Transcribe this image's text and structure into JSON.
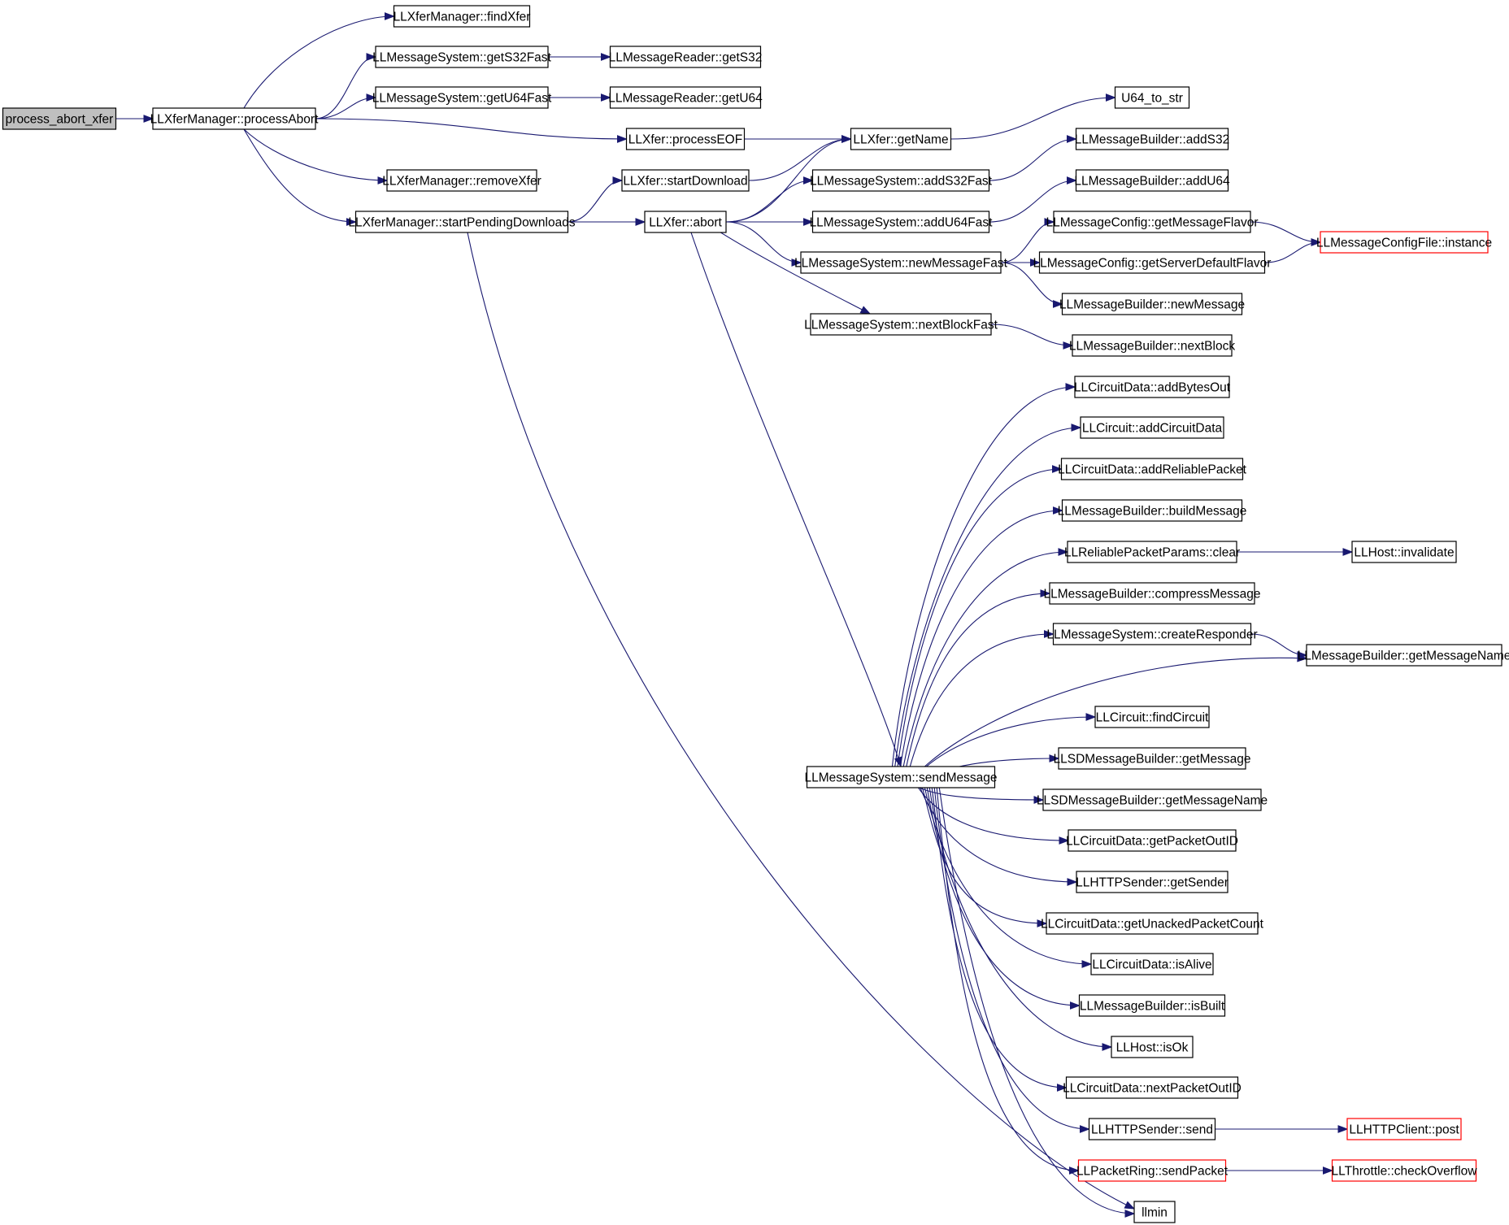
{
  "graph": {
    "kind": "call graph",
    "colors": {
      "edge": "#191970",
      "root_fill": "#bfbfbf",
      "truncated_border": "#ff0000",
      "node_border": "#000000"
    },
    "nodes": [
      {
        "id": "process_abort_xfer",
        "label": "process_abort_xfer",
        "root": true
      },
      {
        "id": "processAbort",
        "label": "LLXferManager::processAbort"
      },
      {
        "id": "findXfer",
        "label": "LLXferManager::findXfer"
      },
      {
        "id": "getS32Fast",
        "label": "LLMessageSystem::getS32Fast"
      },
      {
        "id": "getU64Fast",
        "label": "LLMessageSystem::getU64Fast"
      },
      {
        "id": "removeXfer",
        "label": "LLXferManager::removeXfer"
      },
      {
        "id": "startPendingDownloads",
        "label": "LLXferManager::startPendingDownloads"
      },
      {
        "id": "getS32",
        "label": "LLMessageReader::getS32"
      },
      {
        "id": "getU64",
        "label": "LLMessageReader::getU64"
      },
      {
        "id": "processEOF",
        "label": "LLXfer::processEOF"
      },
      {
        "id": "startDownload",
        "label": "LLXfer::startDownload"
      },
      {
        "id": "abort",
        "label": "LLXfer::abort"
      },
      {
        "id": "getName",
        "label": "LLXfer::getName"
      },
      {
        "id": "addS32Fast",
        "label": "LLMessageSystem::addS32Fast"
      },
      {
        "id": "addU64Fast",
        "label": "LLMessageSystem::addU64Fast"
      },
      {
        "id": "newMessageFast",
        "label": "LLMessageSystem::newMessageFast"
      },
      {
        "id": "nextBlockFast",
        "label": "LLMessageSystem::nextBlockFast"
      },
      {
        "id": "sendMessage",
        "label": "LLMessageSystem::sendMessage"
      },
      {
        "id": "u64tostr",
        "label": "U64_to_str"
      },
      {
        "id": "addS32",
        "label": "LLMessageBuilder::addS32"
      },
      {
        "id": "addU64",
        "label": "LLMessageBuilder::addU64"
      },
      {
        "id": "getMessageFlavor",
        "label": "LLMessageConfig::getMessageFlavor"
      },
      {
        "id": "getServerDefaultFlavor",
        "label": "LLMessageConfig::getServerDefaultFlavor"
      },
      {
        "id": "configInstance",
        "label": "LLMessageConfigFile::instance",
        "truncated": true
      },
      {
        "id": "newMessage",
        "label": "LLMessageBuilder::newMessage"
      },
      {
        "id": "nextBlock",
        "label": "LLMessageBuilder::nextBlock"
      },
      {
        "id": "addBytesOut",
        "label": "LLCircuitData::addBytesOut"
      },
      {
        "id": "addCircuitData",
        "label": "LLCircuit::addCircuitData"
      },
      {
        "id": "addReliablePacket",
        "label": "LLCircuitData::addReliablePacket"
      },
      {
        "id": "buildMessage",
        "label": "LLMessageBuilder::buildMessage"
      },
      {
        "id": "rppClear",
        "label": "LLReliablePacketParams::clear"
      },
      {
        "id": "invalidate",
        "label": "LLHost::invalidate"
      },
      {
        "id": "compressMessage",
        "label": "LLMessageBuilder::compressMessage"
      },
      {
        "id": "createResponder",
        "label": "LLMessageSystem::createResponder"
      },
      {
        "id": "getMessageName",
        "label": "LLMessageBuilder::getMessageName"
      },
      {
        "id": "findCircuit",
        "label": "LLCircuit::findCircuit"
      },
      {
        "id": "sdGetMessage",
        "label": "LLSDMessageBuilder::getMessage"
      },
      {
        "id": "sdGetMessageName",
        "label": "LLSDMessageBuilder::getMessageName"
      },
      {
        "id": "getPacketOutID",
        "label": "LLCircuitData::getPacketOutID"
      },
      {
        "id": "getSender",
        "label": "LLHTTPSender::getSender"
      },
      {
        "id": "getUnackedPacketCount",
        "label": "LLCircuitData::getUnackedPacketCount"
      },
      {
        "id": "isAlive",
        "label": "LLCircuitData::isAlive"
      },
      {
        "id": "isBuilt",
        "label": "LLMessageBuilder::isBuilt"
      },
      {
        "id": "isOk",
        "label": "LLHost::isOk"
      },
      {
        "id": "nextPacketOutID",
        "label": "LLCircuitData::nextPacketOutID"
      },
      {
        "id": "httpSend",
        "label": "LLHTTPSender::send"
      },
      {
        "id": "httpPost",
        "label": "LLHTTPClient::post",
        "truncated": true
      },
      {
        "id": "sendPacket",
        "label": "LLPacketRing::sendPacket",
        "truncated": true
      },
      {
        "id": "checkOverflow",
        "label": "LLThrottle::checkOverflow",
        "truncated": true
      },
      {
        "id": "llmin",
        "label": "llmin"
      }
    ],
    "edges": [
      [
        "process_abort_xfer",
        "processAbort"
      ],
      [
        "processAbort",
        "findXfer"
      ],
      [
        "processAbort",
        "getS32Fast"
      ],
      [
        "processAbort",
        "getU64Fast"
      ],
      [
        "processAbort",
        "processEOF"
      ],
      [
        "processAbort",
        "removeXfer"
      ],
      [
        "processAbort",
        "startPendingDownloads"
      ],
      [
        "getS32Fast",
        "getS32"
      ],
      [
        "getU64Fast",
        "getU64"
      ],
      [
        "processEOF",
        "getName"
      ],
      [
        "startPendingDownloads",
        "startDownload"
      ],
      [
        "startPendingDownloads",
        "abort"
      ],
      [
        "startPendingDownloads",
        "llmin"
      ],
      [
        "startDownload",
        "getName"
      ],
      [
        "abort",
        "getName"
      ],
      [
        "abort",
        "addS32Fast"
      ],
      [
        "abort",
        "addU64Fast"
      ],
      [
        "abort",
        "newMessageFast"
      ],
      [
        "abort",
        "nextBlockFast"
      ],
      [
        "abort",
        "sendMessage"
      ],
      [
        "getName",
        "u64tostr"
      ],
      [
        "addS32Fast",
        "addS32"
      ],
      [
        "addU64Fast",
        "addU64"
      ],
      [
        "newMessageFast",
        "getMessageFlavor"
      ],
      [
        "newMessageFast",
        "getServerDefaultFlavor"
      ],
      [
        "newMessageFast",
        "newMessage"
      ],
      [
        "getMessageFlavor",
        "configInstance"
      ],
      [
        "getServerDefaultFlavor",
        "configInstance"
      ],
      [
        "nextBlockFast",
        "nextBlock"
      ],
      [
        "rppClear",
        "invalidate"
      ],
      [
        "createResponder",
        "getMessageName"
      ],
      [
        "httpSend",
        "httpPost"
      ],
      [
        "sendPacket",
        "checkOverflow"
      ],
      [
        "sendMessage",
        "addBytesOut"
      ],
      [
        "sendMessage",
        "addCircuitData"
      ],
      [
        "sendMessage",
        "addReliablePacket"
      ],
      [
        "sendMessage",
        "buildMessage"
      ],
      [
        "sendMessage",
        "rppClear"
      ],
      [
        "sendMessage",
        "compressMessage"
      ],
      [
        "sendMessage",
        "createResponder"
      ],
      [
        "sendMessage",
        "getMessageName"
      ],
      [
        "sendMessage",
        "findCircuit"
      ],
      [
        "sendMessage",
        "sdGetMessage"
      ],
      [
        "sendMessage",
        "sdGetMessageName"
      ],
      [
        "sendMessage",
        "getPacketOutID"
      ],
      [
        "sendMessage",
        "getSender"
      ],
      [
        "sendMessage",
        "getUnackedPacketCount"
      ],
      [
        "sendMessage",
        "isAlive"
      ],
      [
        "sendMessage",
        "isBuilt"
      ],
      [
        "sendMessage",
        "isOk"
      ],
      [
        "sendMessage",
        "nextPacketOutID"
      ],
      [
        "sendMessage",
        "httpSend"
      ],
      [
        "sendMessage",
        "sendPacket"
      ],
      [
        "sendMessage",
        "llmin"
      ]
    ]
  }
}
